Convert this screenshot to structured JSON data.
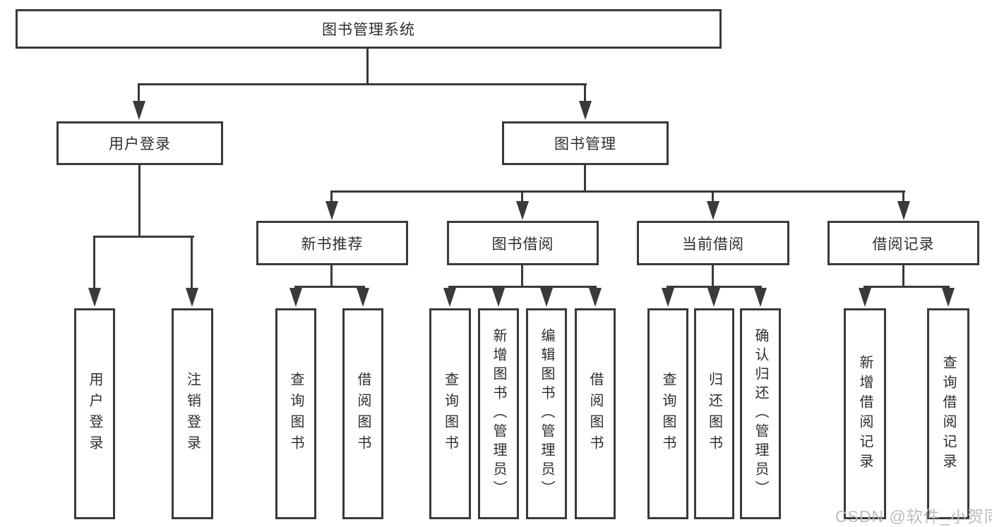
{
  "colors": {
    "border": "#3a3a3a",
    "text": "#2e2e2e",
    "background": "#ffffff",
    "watermark": "#b9b9b9"
  },
  "tree": {
    "root": "图书管理系统",
    "branches": [
      {
        "label": "用户登录",
        "children": [
          "用户登录",
          "注销登录"
        ]
      },
      {
        "label": "图书管理",
        "groups": [
          {
            "label": "新书推荐",
            "children": [
              "查询图书",
              "借阅图书"
            ]
          },
          {
            "label": "图书借阅",
            "children": [
              "查询图书",
              "新增图书（管理员）",
              "编辑图书（管理员）",
              "借阅图书"
            ]
          },
          {
            "label": "当前借阅",
            "children": [
              "查询图书",
              "归还图书",
              "确认归还（管理员）"
            ]
          },
          {
            "label": "借阅记录",
            "children": [
              "新增借阅记录",
              "查询借阅记录"
            ]
          }
        ]
      }
    ]
  },
  "watermark": {
    "text": "CSDN @软件_小贺同学"
  }
}
